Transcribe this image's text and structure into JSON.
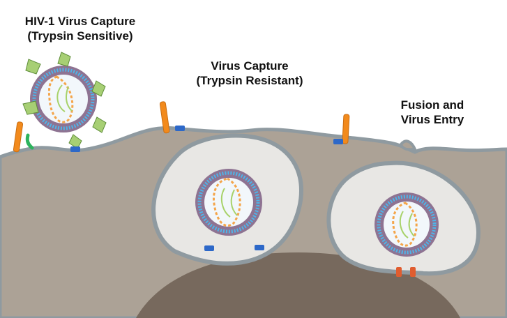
{
  "labels": {
    "capture_sensitive": {
      "line1": "HIV-1 Virus Capture",
      "line2": "(Trypsin Sensitive)"
    },
    "capture_resistant": {
      "line1": "Virus Capture",
      "line2": "(Trypsin Resistant)"
    },
    "fusion_entry": {
      "line1": "Fusion and",
      "line2": "Virus Entry"
    }
  },
  "colors": {
    "cell_body": "#aca296",
    "cell_membrane": "#8f9aa0",
    "vesicle_interior": "#e8e7e4",
    "nucleus": "#74665a",
    "virion_envelope": "#8e7392",
    "virion_lipid": "#4fb4e8",
    "virion_interior": "#f2f7fb",
    "capsid": "#f4a54a",
    "rna": "#a8d26a",
    "spike_head": "#a7cf74",
    "receptor": "#f28a1c",
    "coreceptor": "#2db35d",
    "anchor": "#2d68c8"
  },
  "icons": {
    "virion": "hiv-virion-icon",
    "spike": "envelope-glycoprotein-icon",
    "receptor": "cd4-receptor-icon",
    "coreceptor": "coreceptor-icon",
    "anchor": "membrane-anchor-icon"
  }
}
